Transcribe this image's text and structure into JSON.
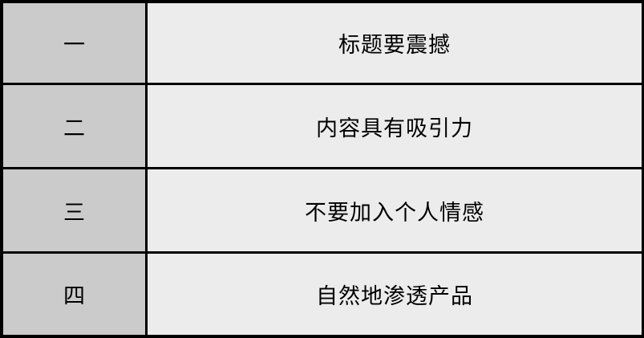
{
  "table": {
    "rows": [
      {
        "index": "一",
        "text": "标题要震撼"
      },
      {
        "index": "二",
        "text": "内容具有吸引力"
      },
      {
        "index": "三",
        "text": "不要加入个人情感"
      },
      {
        "index": "四",
        "text": "自然地渗透产品"
      }
    ],
    "colors": {
      "index_bg": "#cbcbcb",
      "text_bg": "#ececec",
      "border": "#000000"
    }
  }
}
